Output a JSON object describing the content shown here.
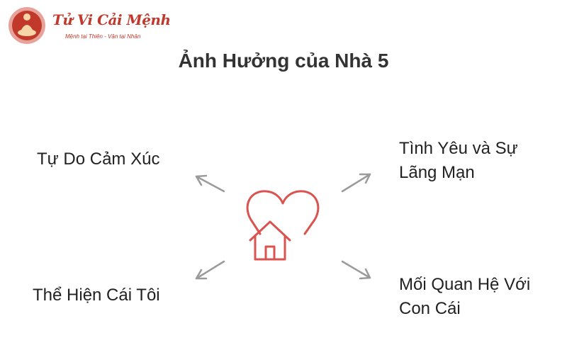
{
  "logo": {
    "brand": "Tử Vi Cải Mệnh",
    "tagline": "Mệnh tại Thiên - Vận tại Nhân"
  },
  "title": "Ảnh Hưởng của Nhà 5",
  "branches": {
    "top_left": {
      "line1": "Tự Do Cảm Xúc"
    },
    "top_right": {
      "line1": "Tình Yêu và Sự",
      "line2": "Lãng Mạn"
    },
    "bottom_left": {
      "line1": "Thể Hiện Cái Tôi"
    },
    "bottom_right": {
      "line1": "Mối Quan Hệ Với",
      "line2": "Con Cái"
    }
  },
  "center_icon": "heart-house-icon",
  "colors": {
    "accent": "#d9534f",
    "arrow": "#9a9a9a",
    "brand": "#c0392b"
  }
}
